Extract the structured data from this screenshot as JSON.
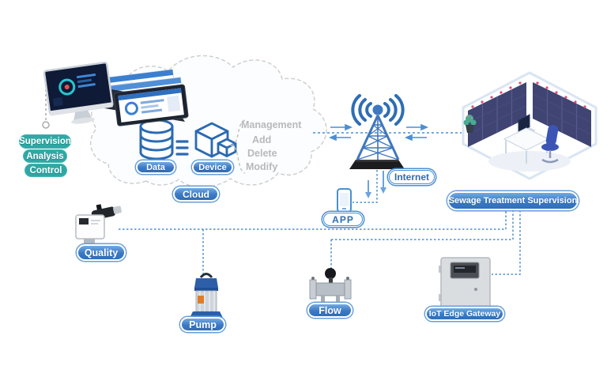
{
  "colors": {
    "accent_blue": "#3a7cc4",
    "pill_blue_fill": "#3b79c4",
    "outline_pill_blue": "#4a8fd3",
    "teal": "#2fa8a5",
    "line_blue": "#4a8fd3",
    "line_gray": "#ababab",
    "management_gray": "#b9b9b9",
    "rack_navy": "#3f4472"
  },
  "monitor_stack": {
    "labels": {
      "supervision": "Supervision",
      "analysis": "Analysis",
      "control": "Control"
    }
  },
  "cloud": {
    "label": "Cloud",
    "data_label": "Data",
    "device_label": "Device",
    "management_title": "Management",
    "management_items": [
      "Add",
      "Delete",
      "Modify"
    ]
  },
  "network": {
    "internet_label": "Internet",
    "app_label": "APP"
  },
  "control_center": {
    "label": "Sewage Treatment  Supervision"
  },
  "field": {
    "quality_label": "Quality",
    "pump_label": "Pump",
    "flow_label": "Flow",
    "gateway_label": "IoT Edge Gateway"
  }
}
